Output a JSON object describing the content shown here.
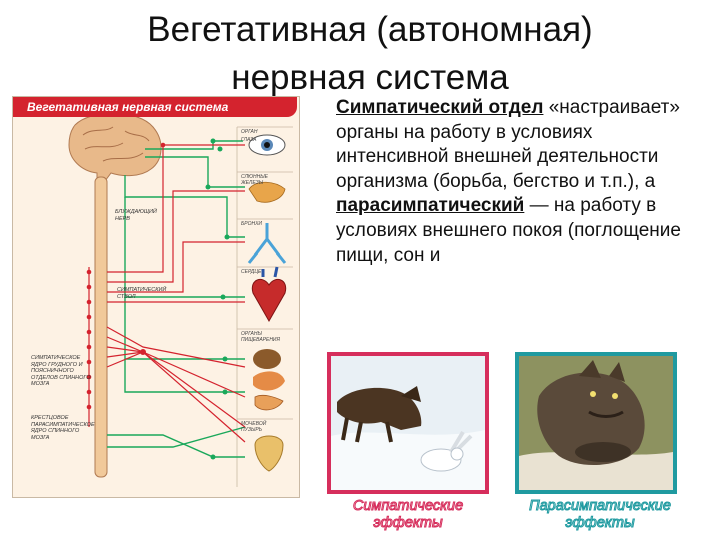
{
  "slide": {
    "title": "Вегетативная (автономная) нервная система"
  },
  "diagram": {
    "title": "Вегетативная нервная система",
    "labels": {
      "vagus": "Блуждающий нерв",
      "sympathetic_trunk": "Симпатический ствол",
      "thoracolumbar": "Симпатическое ядро грудного и поясничного отделов спинного мозга",
      "sacral": "Крестцовое парасимпатическое ядро спинного мозга"
    },
    "organs": [
      "Орган",
      "Глаза",
      "Слюнные железы",
      "Бронхи",
      "Сердце",
      "Органы пищеварения",
      "Мочевой пузырь"
    ],
    "colors": {
      "sympathetic": "#d4232e",
      "parasympathetic": "#1aa85a",
      "brain": "#e8b98a",
      "spine": "#f1c99a"
    }
  },
  "text": {
    "bullet": "•",
    "symp_head": "Симпатический отдел",
    "symp_body": " «настраивает» органы на работу в условиях интенсивной внешней деятельности организма (борьба, бегство и т.п.), а ",
    "para_head": "парасимпатический",
    "para_body": " — на работу в условиях внешнего покоя (поглощение пищи, сон и"
  },
  "photos": {
    "sympathetic_caption": "Симпатические эффекты",
    "parasympathetic_caption": "Парасимпатические эффекты",
    "colors": {
      "sympathetic_frame": "#d62e5c",
      "parasympathetic_frame": "#1f9aa0"
    }
  }
}
